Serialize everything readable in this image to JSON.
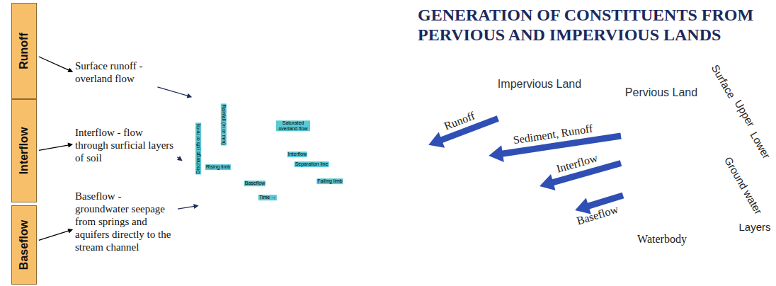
{
  "diagram": {
    "title": "GENERATION OF CONSTITUENTS FROM PERVIOUS AND IMPERVIOUS LANDS",
    "nodes": [
      {
        "text": [
          "Runoff"
        ]
      },
      {
        "text": [
          "Interflow"
        ]
      },
      {
        "text": [
          "Baseflow"
        ]
      },
      {
        "text": [
          "Surface runoff - overland flow"
        ]
      },
      {
        "text": [
          "Interflow - flow through surficial layers of soil"
        ]
      },
      {
        "text": [
          "Baseflow - groundwater seepage from springs and aquifers directly to the stream channel"
        ]
      },
      {
        "text": [
          "Rainfall (in or mm)",
          "Discharge (cfs or m³/s)",
          "Saturated overland flow",
          "Rising limb",
          "Interflow",
          "Separation line",
          "Falling limb",
          "Baseflow",
          "Time →"
        ]
      },
      {
        "text": [
          "Impervious Land"
        ]
      },
      {
        "text": [
          "Pervious Land"
        ]
      },
      {
        "text": [
          "Waterbody"
        ]
      }
    ],
    "edges": [
      {
        "from": 0,
        "to": 3,
        "arrow": "to"
      },
      {
        "from": 1,
        "to": 4,
        "arrow": "to"
      },
      {
        "from": 2,
        "to": 5,
        "arrow": "to"
      },
      {
        "from": 3,
        "to": 6,
        "arrow": "to"
      },
      {
        "from": 4,
        "to": 6,
        "arrow": "to"
      },
      {
        "from": 5,
        "to": 6,
        "arrow": "to"
      },
      {
        "from": 7,
        "to": 9,
        "label": "Runoff",
        "arrow": "to"
      },
      {
        "from": 8,
        "to": 9,
        "label": "Sediment, Runoff",
        "arrow": "to"
      },
      {
        "from": 8,
        "to": 9,
        "label": "Interflow",
        "arrow": "to"
      },
      {
        "from": 8,
        "to": 9,
        "label": "Baseflow",
        "arrow": "to"
      }
    ],
    "labels": [
      "Surface",
      "Upper",
      "Lower",
      "Ground water",
      "Layers"
    ]
  }
}
